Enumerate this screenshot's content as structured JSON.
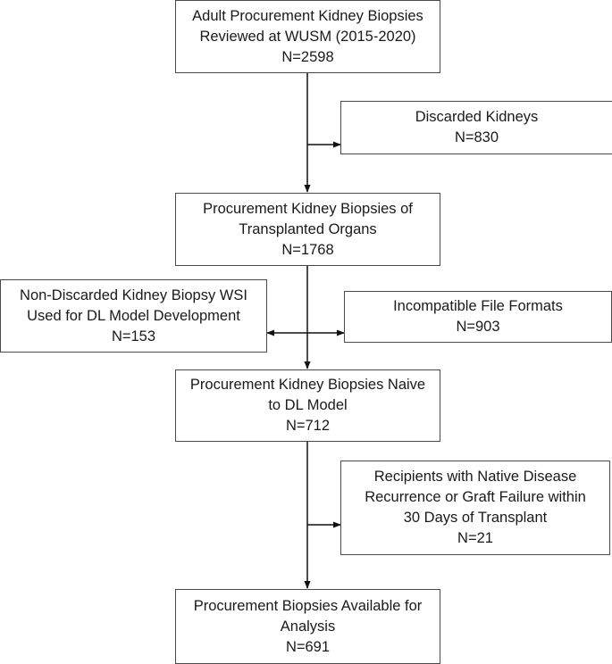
{
  "boxes": {
    "reviewed": {
      "lines": [
        "Adult Procurement Kidney Biopsies",
        "Reviewed at WUSM (2015-2020)",
        "N=2598"
      ]
    },
    "discarded": {
      "lines": [
        "Discarded Kidneys",
        "N=830"
      ]
    },
    "transplanted": {
      "lines": [
        "Procurement Kidney Biopsies of",
        "Transplanted Organs",
        "N=1768"
      ]
    },
    "non_discarded": {
      "lines": [
        "Non-Discarded Kidney Biopsy WSI",
        "Used for DL Model Development",
        "N=153"
      ]
    },
    "incompatible": {
      "lines": [
        "Incompatible File Formats",
        "N=903"
      ]
    },
    "naive": {
      "lines": [
        "Procurement Kidney Biopsies Naive",
        "to DL Model",
        "N=712"
      ]
    },
    "recipients": {
      "lines": [
        "Recipients with Native Disease",
        "Recurrence or Graft Failure within",
        "30 Days of Transplant",
        "N=21"
      ]
    },
    "available": {
      "lines": [
        "Procurement Biopsies Available for",
        "Analysis",
        "N=691"
      ]
    }
  }
}
